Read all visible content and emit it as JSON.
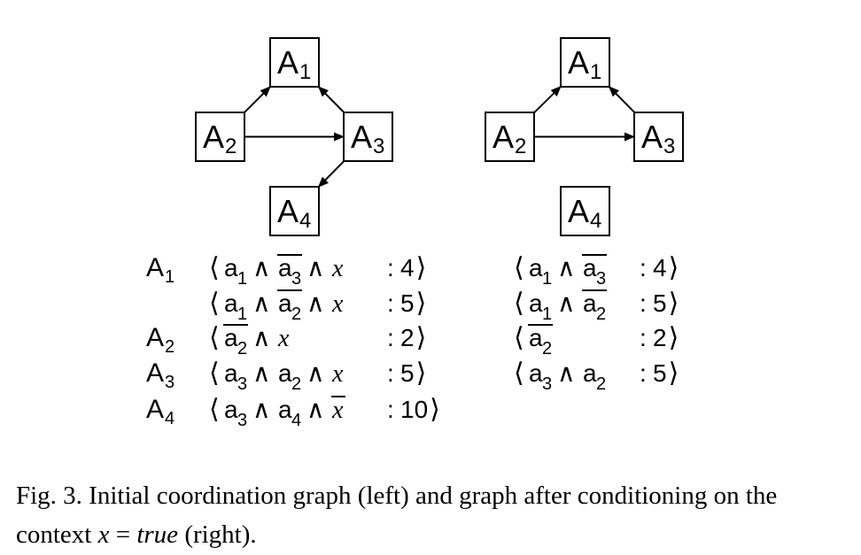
{
  "left_graph": {
    "nodes": [
      {
        "id": "A1",
        "letter": "A",
        "index": "1"
      },
      {
        "id": "A2",
        "letter": "A",
        "index": "2"
      },
      {
        "id": "A3",
        "letter": "A",
        "index": "3"
      },
      {
        "id": "A4",
        "letter": "A",
        "index": "4"
      }
    ],
    "edges": [
      [
        "A2",
        "A1"
      ],
      [
        "A3",
        "A1"
      ],
      [
        "A2",
        "A3"
      ],
      [
        "A3",
        "A4"
      ]
    ]
  },
  "right_graph": {
    "nodes": [
      {
        "id": "A1",
        "letter": "A",
        "index": "1"
      },
      {
        "id": "A2",
        "letter": "A",
        "index": "2"
      },
      {
        "id": "A3",
        "letter": "A",
        "index": "3"
      },
      {
        "id": "A4",
        "letter": "A",
        "index": "4"
      }
    ],
    "edges": [
      [
        "A2",
        "A1"
      ],
      [
        "A3",
        "A1"
      ],
      [
        "A2",
        "A3"
      ]
    ]
  },
  "left_rules": [
    {
      "agent": "A",
      "agent_index": "1",
      "terms": [
        {
          "v": "a",
          "i": "1",
          "bar": false
        },
        {
          "v": "a",
          "i": "3",
          "bar": true
        },
        {
          "v": "x",
          "bar": false
        }
      ],
      "value": "4"
    },
    {
      "agent": "",
      "agent_index": "",
      "terms": [
        {
          "v": "a",
          "i": "1",
          "bar": false
        },
        {
          "v": "a",
          "i": "2",
          "bar": true
        },
        {
          "v": "x",
          "bar": false
        }
      ],
      "value": "5"
    },
    {
      "agent": "A",
      "agent_index": "2",
      "terms": [
        {
          "v": "a",
          "i": "2",
          "bar": true
        },
        {
          "v": "x",
          "bar": false
        }
      ],
      "value": "2"
    },
    {
      "agent": "A",
      "agent_index": "3",
      "terms": [
        {
          "v": "a",
          "i": "3",
          "bar": false
        },
        {
          "v": "a",
          "i": "2",
          "bar": false
        },
        {
          "v": "x",
          "bar": false
        }
      ],
      "value": "5"
    },
    {
      "agent": "A",
      "agent_index": "4",
      "terms": [
        {
          "v": "a",
          "i": "3",
          "bar": false
        },
        {
          "v": "a",
          "i": "4",
          "bar": false
        },
        {
          "v": "x",
          "bar": true
        }
      ],
      "value": "10"
    }
  ],
  "right_rules": [
    {
      "terms": [
        {
          "v": "a",
          "i": "1",
          "bar": false
        },
        {
          "v": "a",
          "i": "3",
          "bar": true
        }
      ],
      "value": "4"
    },
    {
      "terms": [
        {
          "v": "a",
          "i": "1",
          "bar": false
        },
        {
          "v": "a",
          "i": "2",
          "bar": true
        }
      ],
      "value": "5"
    },
    {
      "terms": [
        {
          "v": "a",
          "i": "2",
          "bar": true
        }
      ],
      "value": "2"
    },
    {
      "terms": [
        {
          "v": "a",
          "i": "3",
          "bar": false
        },
        {
          "v": "a",
          "i": "2",
          "bar": false
        }
      ],
      "value": "5"
    }
  ],
  "symbols": {
    "and": "∧",
    "langle": "⟨",
    "rangle": "⟩",
    "colon": ":"
  },
  "caption": {
    "prefix": "Fig. 3.  Initial coordination graph (left) and graph after conditioning on the context ",
    "var": "x",
    "eq": " = ",
    "val": "true",
    "suffix": " (right)."
  }
}
